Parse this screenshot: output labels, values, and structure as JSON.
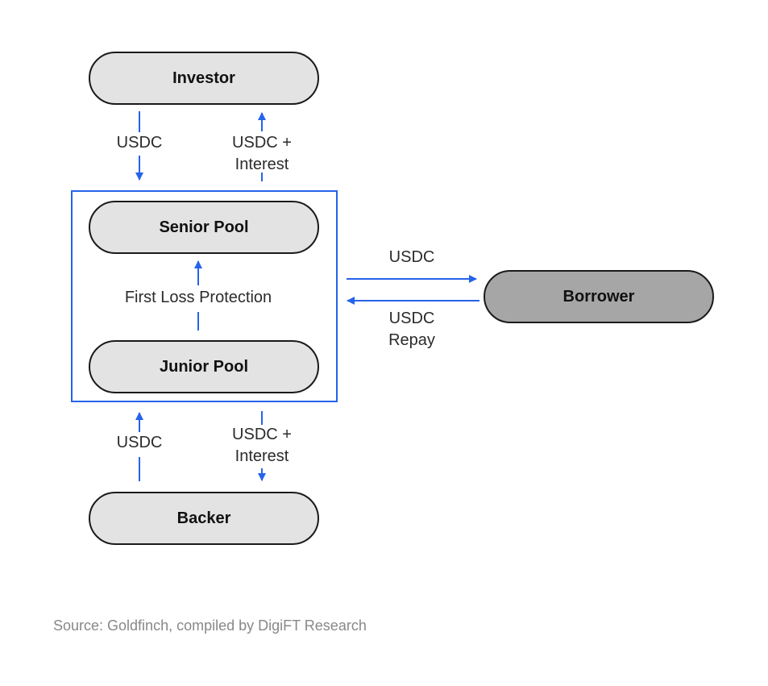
{
  "colors": {
    "arrow": "#2563eb",
    "node_fill": "#e3e3e3",
    "borrower_fill": "#a6a6a6",
    "node_border": "#1a1a1a",
    "source_text": "#888888"
  },
  "nodes": {
    "investor": "Investor",
    "senior_pool": "Senior Pool",
    "junior_pool": "Junior Pool",
    "borrower": "Borrower",
    "backer": "Backer"
  },
  "edges": {
    "investor_to_senior": "USDC",
    "senior_to_investor": [
      "USDC +",
      "Interest"
    ],
    "junior_to_senior": "First Loss Protection",
    "pool_to_borrower": "USDC",
    "borrower_to_pool": [
      "USDC",
      "Repay"
    ],
    "backer_to_junior": "USDC",
    "junior_to_backer": [
      "USDC +",
      "Interest"
    ]
  },
  "source": "Source: Goldfinch, compiled by DigiFT Research"
}
